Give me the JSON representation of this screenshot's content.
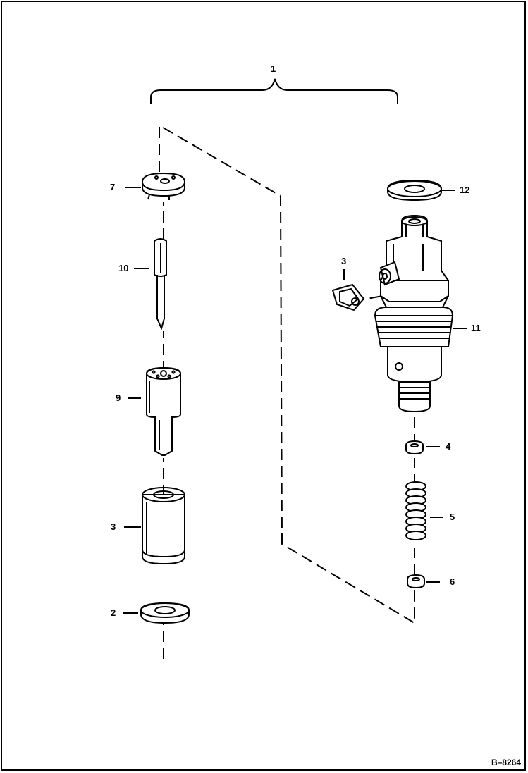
{
  "figure": {
    "number": "B–8264",
    "callouts": {
      "assembly": "1",
      "washer_lower": "2",
      "clip": "3",
      "nut": "3",
      "seat_upper": "4",
      "spring": "5",
      "seat_lower": "6",
      "spacer_plate": "7",
      "nozzle_body": "9",
      "needle": "10",
      "holder_body": "11",
      "top_washer": "12"
    }
  }
}
